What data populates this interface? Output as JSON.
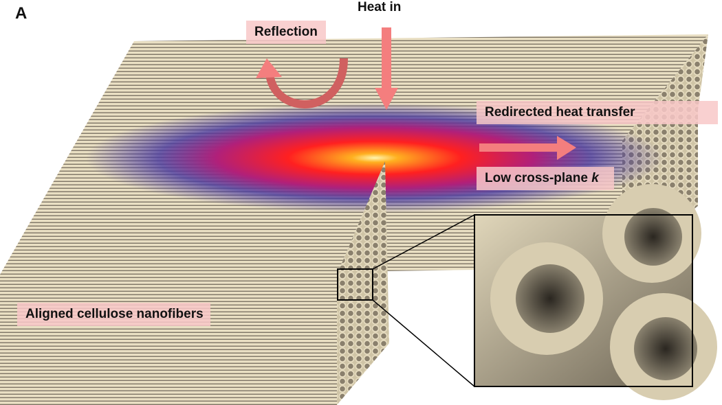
{
  "panel_label": "A",
  "labels": {
    "heat_in": "Heat in",
    "reflection": "Reflection",
    "redirected": "Redirected heat transfer",
    "low_cross_plane": "Low cross-plane ",
    "low_cross_plane_symbol": "k",
    "aligned": "Aligned cellulose nanofibers"
  },
  "colors": {
    "fiber": "#e6dcc0",
    "arrow": "#f47e7e",
    "label_bg": "#f8c8c8"
  }
}
